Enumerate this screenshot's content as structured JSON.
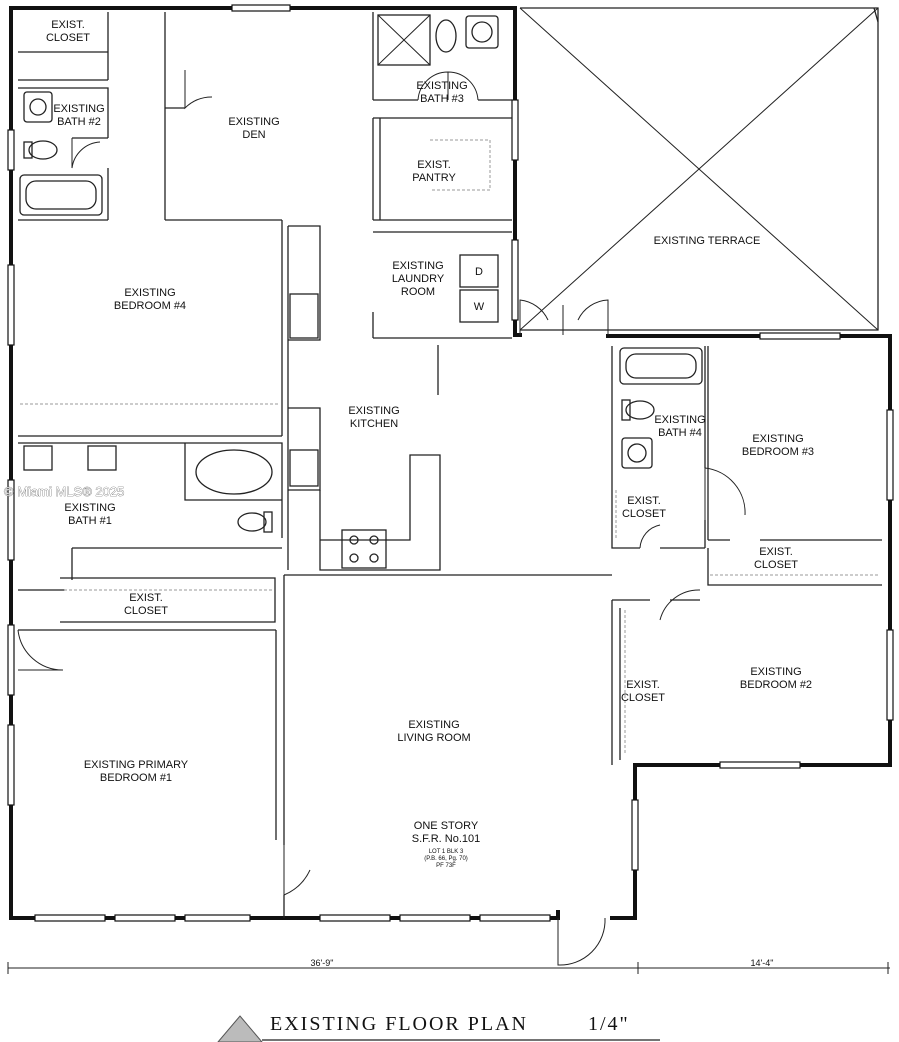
{
  "rooms": {
    "closet_top_left": [
      "EXIST.",
      "CLOSET"
    ],
    "bath2": [
      "EXISTING",
      "BATH #2"
    ],
    "den": [
      "EXISTING",
      "DEN"
    ],
    "bath3": [
      "EXISTING",
      "BATH #3"
    ],
    "pantry": [
      "EXIST.",
      "PANTRY"
    ],
    "terrace": [
      "EXISTING TERRACE"
    ],
    "laundry": [
      "EXISTING",
      "LAUNDRY",
      "ROOM"
    ],
    "bedroom4": [
      "EXISTING",
      "BEDROOM #4"
    ],
    "kitchen": [
      "EXISTING",
      "KITCHEN"
    ],
    "bath4": [
      "EXISTING",
      "BATH #4"
    ],
    "bedroom3": [
      "EXISTING",
      "BEDROOM #3"
    ],
    "bath1": [
      "EXISTING",
      "BATH #1"
    ],
    "closet_bath4": [
      "EXIST.",
      "CLOSET"
    ],
    "closet_bedroom3": [
      "EXIST.",
      "CLOSET"
    ],
    "closet_primary": [
      "EXIST.",
      "CLOSET"
    ],
    "bedroom2": [
      "EXISTING",
      "BEDROOM #2"
    ],
    "closet_bedroom2": [
      "EXIST.",
      "CLOSET"
    ],
    "living": [
      "EXISTING",
      "LIVING ROOM"
    ],
    "primary": [
      "EXISTING PRIMARY",
      "BEDROOM #1"
    ],
    "story_note": [
      "ONE STORY",
      "S.F.R. No.101"
    ]
  },
  "legal_note": [
    "LOT 1 BLK 3",
    "(P.B. 66, Pg. 70)",
    "PF 73F"
  ],
  "appliances": {
    "dryer": "D",
    "washer": "W"
  },
  "dimensions": {
    "left_width": "36'-9\"",
    "right_width": "14'-4\""
  },
  "watermark": "© Miami MLS® 2025",
  "title": {
    "text": "EXISTING FLOOR PLAN",
    "scale": "1/4\""
  }
}
